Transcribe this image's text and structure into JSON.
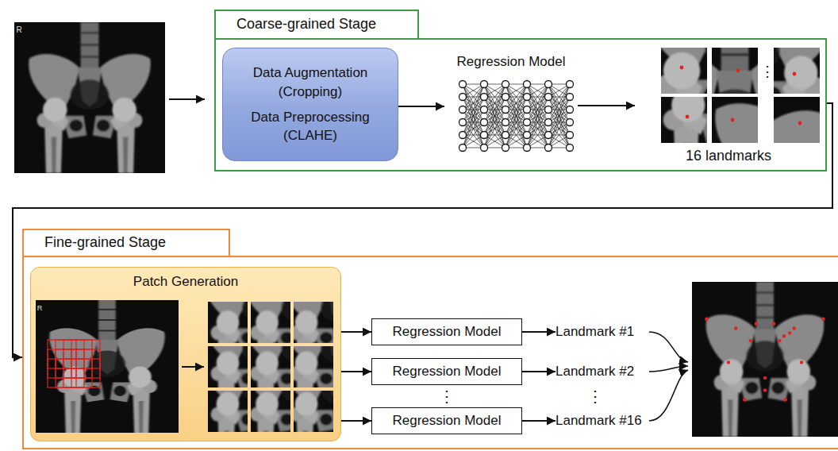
{
  "diagram": {
    "nodes": [
      {
        "text": [
          "Coarse-grained Stage"
        ]
      },
      {
        "text": [
          "Data Augmentation (Cropping)",
          "Data Preprocessing (CLAHE)"
        ],
        "in": 0
      },
      {
        "text": [
          "Regression Model"
        ],
        "in": 0
      },
      {
        "text": [
          "16 landmarks"
        ],
        "in": 0
      },
      {
        "text": [
          "Fine-grained Stage"
        ]
      },
      {
        "text": [
          "Patch Generation"
        ],
        "in": 4
      },
      {
        "text": [
          "Regression Model"
        ],
        "in": 4
      },
      {
        "text": [
          "Landmark #1"
        ],
        "in": 4
      },
      {
        "text": [
          "Regression Model"
        ],
        "in": 4
      },
      {
        "text": [
          "Landmark #2"
        ],
        "in": 4
      },
      {
        "text": [
          "Regression Model"
        ],
        "in": 4
      },
      {
        "text": [
          "Landmark #16"
        ],
        "in": 4
      }
    ],
    "edges": [
      {
        "from": 1,
        "to": 2,
        "arrow": "to"
      },
      {
        "from": 2,
        "to": 3,
        "arrow": "to"
      },
      {
        "from": 0,
        "to": 4,
        "arrow": "to"
      },
      {
        "from": 5,
        "to": 6,
        "arrow": "to"
      },
      {
        "from": 5,
        "to": 8,
        "arrow": "to"
      },
      {
        "from": 5,
        "to": 10,
        "arrow": "to"
      },
      {
        "from": 6,
        "to": 7,
        "arrow": "to"
      },
      {
        "from": 8,
        "to": 9,
        "arrow": "to"
      },
      {
        "from": 10,
        "to": 11,
        "arrow": "to"
      }
    ],
    "labels": [
      "R",
      "R",
      "⋮",
      "⋮",
      "⋮"
    ]
  }
}
